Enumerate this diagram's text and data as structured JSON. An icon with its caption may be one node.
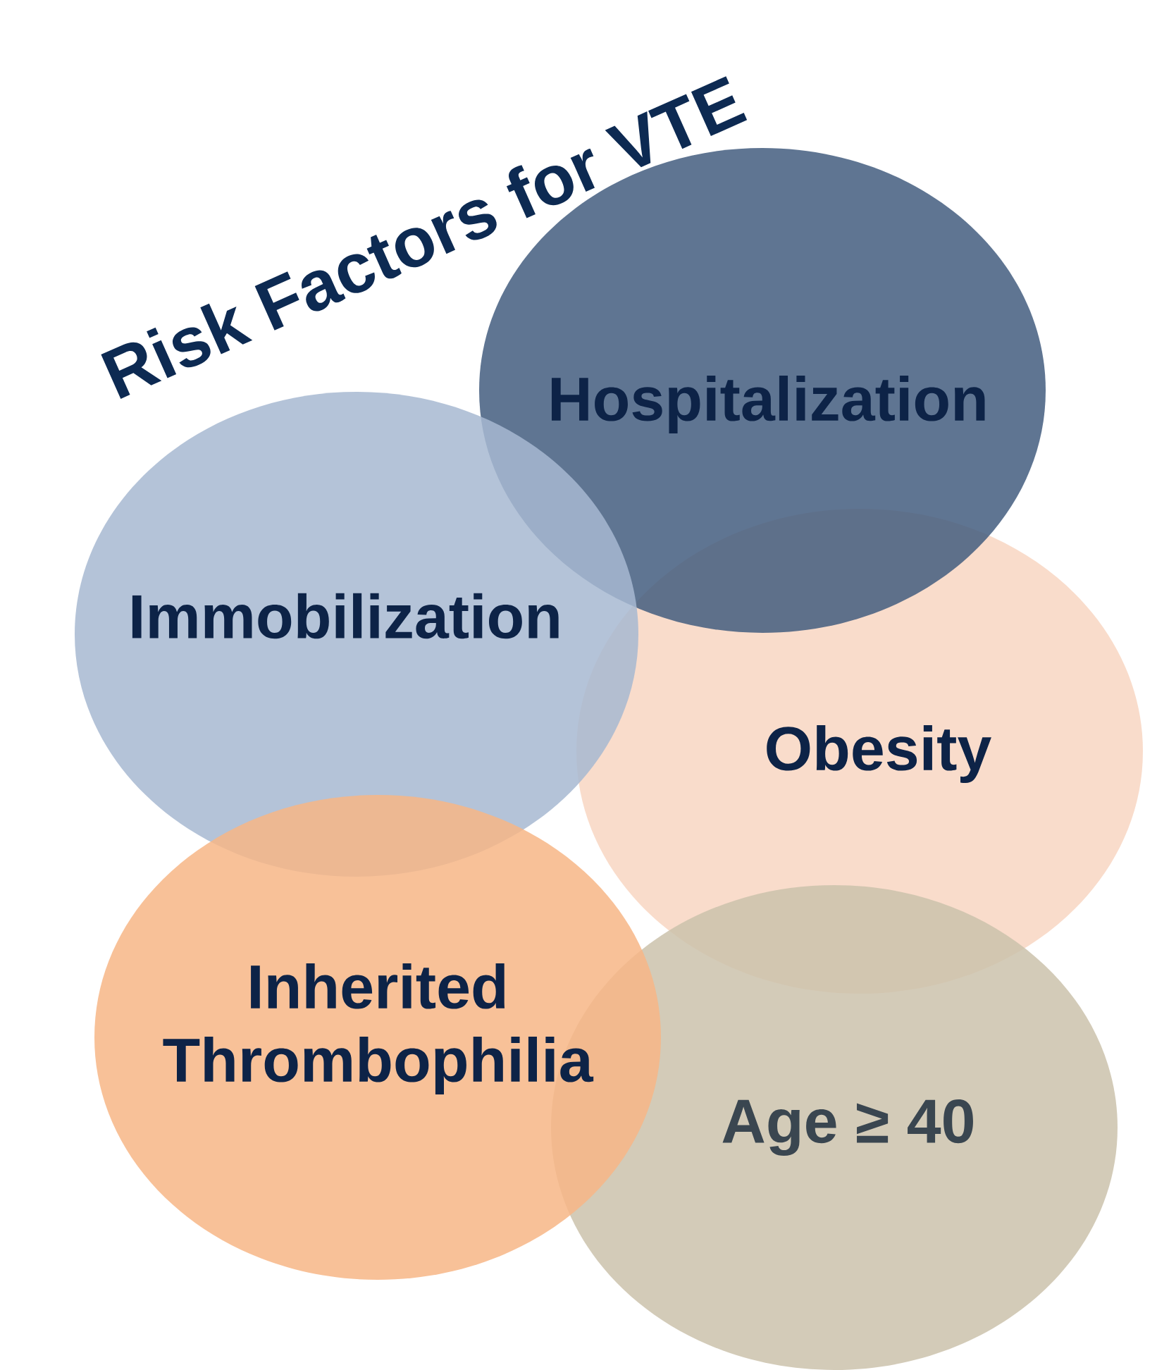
{
  "diagram": {
    "title": "Risk Factors for VTE",
    "nodes": [
      {
        "text": [
          "Hospitalization"
        ]
      },
      {
        "text": [
          "Immobilization"
        ]
      },
      {
        "text": [
          "Obesity"
        ]
      },
      {
        "text": [
          "Inherited Thrombophilia"
        ]
      },
      {
        "text": [
          "Age ≥ 40"
        ]
      }
    ]
  }
}
